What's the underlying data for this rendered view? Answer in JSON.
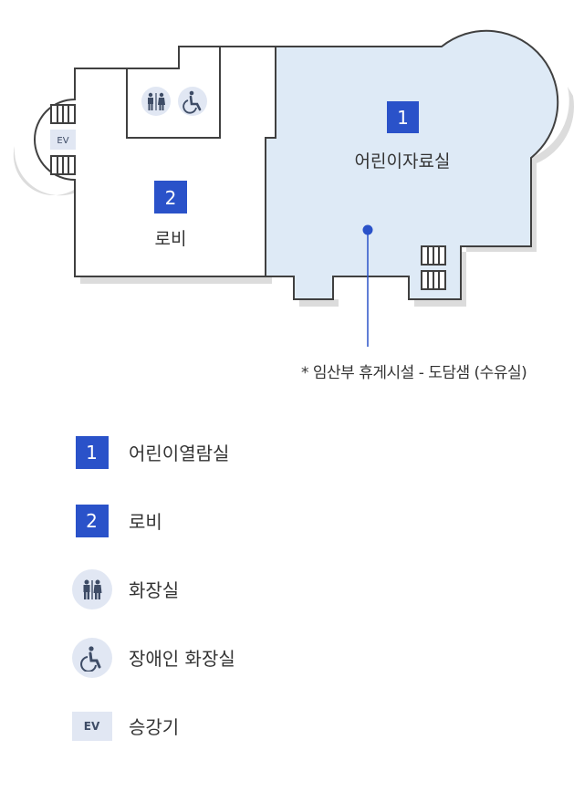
{
  "plan": {
    "rooms": [
      {
        "number": "1",
        "name": "어린이자료실",
        "fill": "#deeaf6"
      },
      {
        "number": "2",
        "name": "로비",
        "fill": "#ffffff"
      }
    ],
    "elevator_label": "EV",
    "note": "* 임산부 휴게시설 - 도담샘 (수유실)"
  },
  "legend": {
    "items": [
      {
        "icon": "number-badge",
        "badge": "1",
        "label": "어린이열람실"
      },
      {
        "icon": "number-badge",
        "badge": "2",
        "label": "로비"
      },
      {
        "icon": "restroom-icon",
        "label": "화장실"
      },
      {
        "icon": "wheelchair-icon",
        "label": "장애인 화장실"
      },
      {
        "icon": "elevator-icon",
        "badge": "EV",
        "label": "승강기"
      }
    ]
  },
  "colors": {
    "accent": "#2a52c9",
    "room_highlight": "#deeaf6",
    "wall": "#404040",
    "shadow": "#dcdcdc",
    "icon_bg": "#e1e7f3",
    "icon_fg": "#3e4c66"
  }
}
